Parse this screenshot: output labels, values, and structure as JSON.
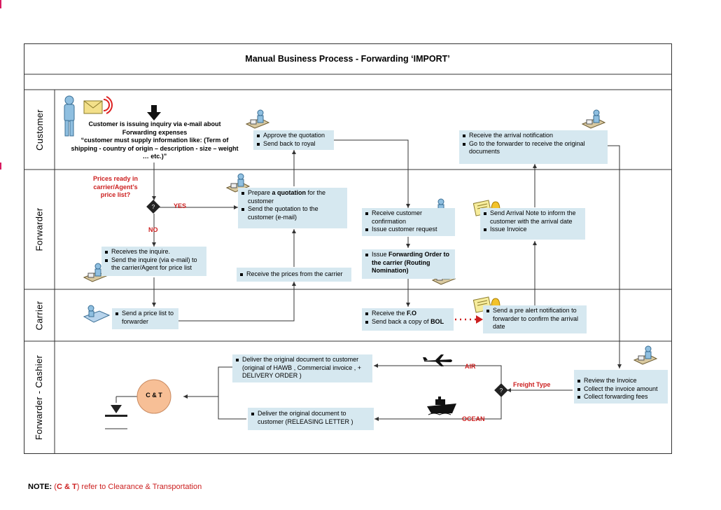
{
  "title": "Manual Business Process - Forwarding ‘IMPORT’",
  "lanes": {
    "customer": "Customer",
    "forwarder": "Forwarder",
    "carrier": "Carrier",
    "cashier": "Forwarder - Cashier"
  },
  "customer_inquiry": {
    "line1": "Customer is issuing inquiry via e-mail about",
    "line2": "Forwarding expenses",
    "line3": "“customer must supply information like: (Term of",
    "line4": "shipping - country of origin – description - size – weight",
    "line5": "… etc.)”"
  },
  "prices_question": {
    "line1": "Prices ready in",
    "line2": "carrier/Agent’s",
    "line3": "price list?"
  },
  "decision_labels": {
    "yes": "YES",
    "no": "NO",
    "freight_type": "Freight Type",
    "air": "AIR",
    "ocean": "OCEAN"
  },
  "boxes": {
    "approve": [
      "Approve the quotation",
      "Send back to royal"
    ],
    "arrival_notification": [
      "Receive the arrival notification",
      "Go to the forwarder to receive the original documents"
    ],
    "prepare_quotation": {
      "prefix": "Prepare ",
      "bold": "a quotation",
      "suffix": " for the customer",
      "item2": "Send the quotation to the customer (e-mail)"
    },
    "customer_confirmation": [
      "Receive customer confirmation",
      "Issue customer request"
    ],
    "arrival_note": [
      "Send Arrival Note to inform the customer with the arrival date",
      "Issue Invoice"
    ],
    "receives_inquire": [
      "Receives the inquire.",
      "Send the inquire (via e-mail) to the carrier/Agent for price list"
    ],
    "receive_prices": "Receive the prices from the carrier",
    "forwarding_order": {
      "prefix": "Issue ",
      "bold": "Forwarding Order to the carrier (Routing Nomination)"
    },
    "price_list": "Send a price list to forwarder",
    "receive_fo": {
      "item1_prefix": "Receive the ",
      "item1_bold": "F.O",
      "item2_prefix": "Send back a copy of ",
      "item2_bold": "BOL"
    },
    "pre_alert": "Send a  pre alert notification to forwarder to confirm the arrival date",
    "deliver_hawb": [
      "Deliver the original document to customer (original of HAWB , Commercial invoice , + DELIVERY ORDER )"
    ],
    "deliver_releasing": [
      "Deliver the original document to customer (RELEASING LETTER  )"
    ],
    "review_invoice": [
      "Review the Invoice",
      "Collect the invoice amount",
      "Collect forwarding fees"
    ]
  },
  "ct_circle": "C & T",
  "note": {
    "label": "NOTE:",
    "open": " (",
    "abbr": "C & T",
    "rest": ") refer to Clearance & Transportation"
  },
  "colors": {
    "box_fill": "#d6e8f0",
    "accent_red": "#cc1f1f",
    "ct_fill": "#f7bf96",
    "line": "#333333"
  }
}
